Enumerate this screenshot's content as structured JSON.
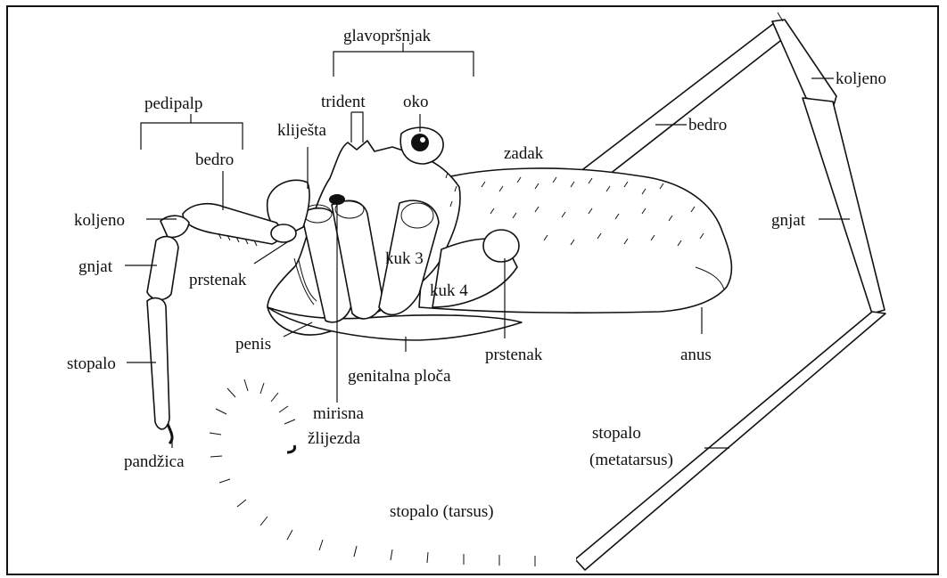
{
  "labels": {
    "glavoprsnjak": "glavopršnjak",
    "pedipalp": "pedipalp",
    "trident": "trident",
    "oko": "oko",
    "klijesta": "kliješta",
    "bedro_palp": "bedro",
    "zadak": "zadak",
    "koljeno_palp": "koljeno",
    "gnjat_palp": "gnjat",
    "prstenak_palp": "prstenak",
    "kuk3": "kuk 3",
    "kuk4": "kuk 4",
    "stopalo_palp": "stopalo",
    "penis": "penis",
    "genitalna_ploca": "genitalna ploča",
    "prstenak_leg": "prstenak",
    "anus": "anus",
    "mirisna": "mirisna",
    "zlijezda": "žlijezda",
    "pandzica": "pandžica",
    "stopalo_meta_1": "stopalo",
    "stopalo_meta_2": "(metatarsus)",
    "stopalo_tarsus": "stopalo (tarsus)",
    "bedro_leg": "bedro",
    "koljeno_leg": "koljeno",
    "gnjat_leg": "gnjat"
  }
}
